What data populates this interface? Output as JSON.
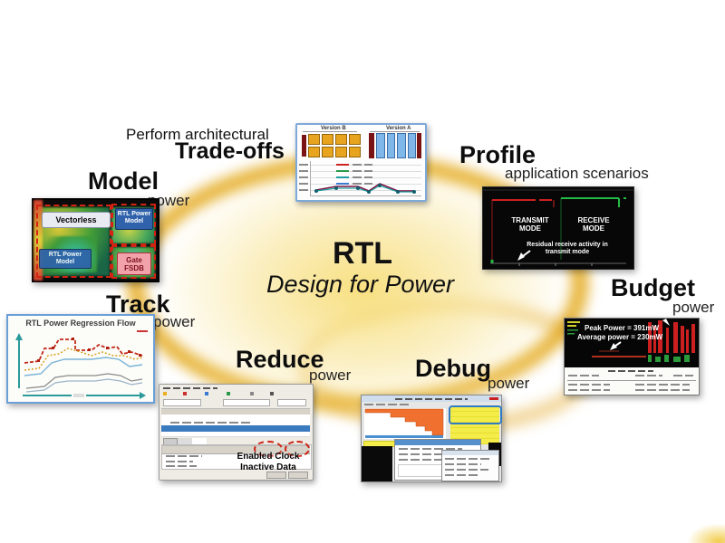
{
  "center": {
    "title": "RTL",
    "subtitle": "Design for Power"
  },
  "stages": {
    "tradeoffs": {
      "pre": "Perform architectural",
      "label": "Trade-offs"
    },
    "model": {
      "label": "Model",
      "sub": "power"
    },
    "profile": {
      "label": "Profile",
      "sub": "application scenarios"
    },
    "budget": {
      "label": "Budget",
      "sub": "power"
    },
    "track": {
      "label": "Track",
      "sub": "power"
    },
    "reduce": {
      "label": "Reduce",
      "sub": "power"
    },
    "debug": {
      "label": "Debug",
      "sub": "power"
    }
  },
  "model_thumb": {
    "vectorless": "Vectorless",
    "rtl_power_model_top": "RTL Power Model",
    "rtl_power_model_left": "RTL Power Model",
    "gate_fsdb": "Gate FSDB"
  },
  "tradeoffs_thumb": {
    "version_b": "Version B",
    "version_a": "Version A"
  },
  "profile_thumb": {
    "transmit": "TRANSMIT MODE",
    "receive": "RECEIVE MODE",
    "annotation": "Residual receive activity in transmit mode"
  },
  "budget_thumb": {
    "peak": "Peak Power = 391mW",
    "average": "Average power = 230mW"
  },
  "track_thumb": {
    "title": "RTL Power Regression Flow"
  },
  "reduce_thumb": {
    "annotation1": "Enabled Clock",
    "annotation2": "Inactive Data"
  },
  "colors": {
    "ring_gold": "#E4AA20",
    "glow_yellow": "#F7DE7A",
    "transmit_red": "#CC2222",
    "receive_green": "#2BB34B",
    "highlight_yellow": "#F4EC48",
    "flame_orange": "#F07030",
    "selection_blue": "#3A7ABF"
  }
}
